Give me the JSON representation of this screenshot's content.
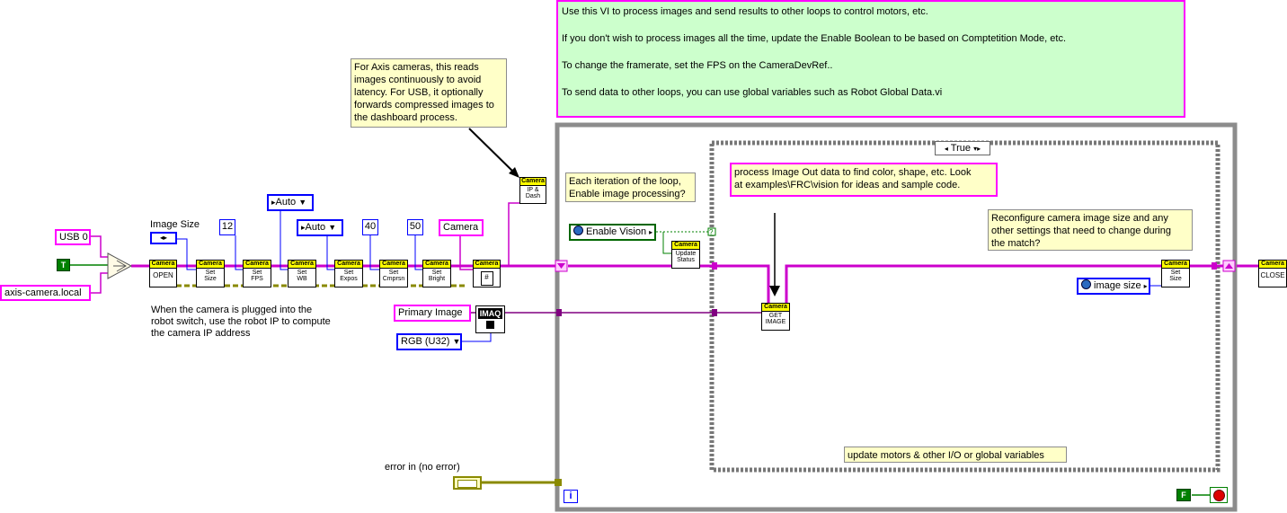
{
  "comments": {
    "main_note": [
      "Use this VI to process images and send results to other loops to control motors, etc.",
      "If you don't wish to process images all the time, update the Enable Boolean to be based on Comptetition Mode, etc.",
      "To change the framerate, set the FPS on the CameraDevRef..",
      "To send data to other loops, you can use global variables such as Robot Global Data.vi"
    ],
    "axis_note": "For Axis cameras, this reads\nimages continuously to avoid\nlatency. For USB, it optionally\nforwards compressed images to\nthe dashboard process.",
    "iteration_note": "Each iteration of the loop,\nEnable image processing?",
    "process_note": "process Image Out data to find color, shape, etc.  Look\nat examples\\FRC\\vision for ideas and sample code.",
    "reconfigure_note": "Reconfigure camera image size and any\nother settings that need to change during\nthe match?",
    "update_note": "update motors & other I/O or global variables",
    "ip_note": "When the camera is plugged into the\nrobot switch, use the robot IP to compute\nthe camera IP address"
  },
  "constants": {
    "usb": "USB 0",
    "axis_host": "axis-camera.local",
    "true_const": "T",
    "false_const": "F",
    "image_size_label": "Image Size",
    "fps": "12",
    "wb_ring": "Auto",
    "expos_ring": "Auto",
    "compression": "40",
    "brightness": "50",
    "camera_name": "Camera",
    "primary_image": "Primary Image",
    "image_type": "RGB (U32)",
    "error_label": "error in (no error)",
    "enable_vision": "Enable Vision",
    "image_size_global": "image size",
    "case_selector": "True",
    "iteration_terminal": "i",
    "imaq_label": "IMAQ"
  },
  "vis": [
    {
      "hdr": "Camera",
      "body": "OPEN"
    },
    {
      "hdr": "Camera",
      "body": "Set\nSize"
    },
    {
      "hdr": "Camera",
      "body": "Set\nFPS"
    },
    {
      "hdr": "Camera",
      "body": "Set\nWB"
    },
    {
      "hdr": "Camera",
      "body": "Set\nExpos"
    },
    {
      "hdr": "Camera",
      "body": "Set\nCmprsn"
    },
    {
      "hdr": "Camera",
      "body": "Set\nBright"
    },
    {
      "hdr": "Camera",
      "body": ""
    },
    {
      "hdr": "Camera",
      "body": "IP &\nDash"
    },
    {
      "hdr": "Camera",
      "body": "Update\nStatus"
    },
    {
      "hdr": "Camera",
      "body": "GET\nIMAGE"
    },
    {
      "hdr": "Camera",
      "body": "Set\nSize"
    },
    {
      "hdr": "Camera",
      "body": "CLOSE"
    }
  ],
  "colors": {
    "refnum_wire": "#cc00cc",
    "error_wire": "#8a8a00",
    "bool_wire": "#008000",
    "loop_border": "#8c8c8c",
    "case_border": "#7a7a7a"
  }
}
